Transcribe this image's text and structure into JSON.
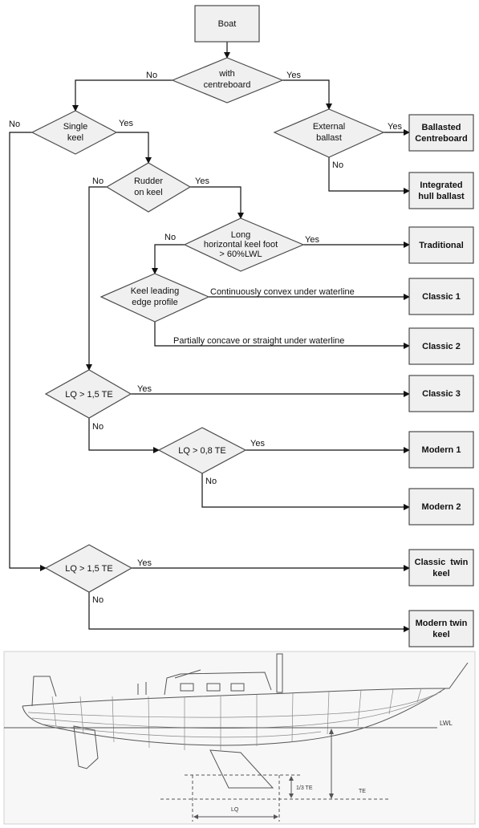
{
  "flowchart": {
    "start": "Boat",
    "decisions": {
      "with_centreboard": [
        "with",
        "centreboard"
      ],
      "single_keel": [
        "Single",
        "keel"
      ],
      "external_ballast": [
        "External",
        "ballast"
      ],
      "rudder_on_keel": [
        "Rudder",
        "on keel"
      ],
      "long_keel_foot": [
        "Long",
        "horizontal keel foot",
        "> 60%LWL"
      ],
      "keel_leading_edge": [
        "Keel leading",
        "edge profile"
      ],
      "lq_15_te": "LQ > 1,5 TE",
      "lq_08_te": "LQ > 0,8 TE",
      "lq_15_te_twin": "LQ > 1,5 TE"
    },
    "outcomes": {
      "ballasted_centreboard": [
        "Ballasted",
        "Centreboard"
      ],
      "integrated_hull_ballast": [
        "Integrated",
        "hull ballast"
      ],
      "traditional": [
        "Traditional"
      ],
      "classic1": [
        "Classic 1"
      ],
      "classic2": [
        "Classic 2"
      ],
      "classic3": [
        "Classic 3"
      ],
      "modern1": [
        "Modern 1"
      ],
      "modern2": [
        "Modern 2"
      ],
      "classic_twin": [
        "Classic  twin",
        "keel"
      ],
      "modern_twin": [
        "Modern twin",
        "keel"
      ]
    },
    "labels": {
      "yes": "Yes",
      "no": "No",
      "continuously_convex": "Continuously convex under waterline",
      "partially_concave": "Partially concave or straight under waterline"
    }
  },
  "sketch": {
    "lwl": "LWL",
    "te": "TE",
    "third_te": "1/3 TE",
    "lq": "LQ"
  }
}
